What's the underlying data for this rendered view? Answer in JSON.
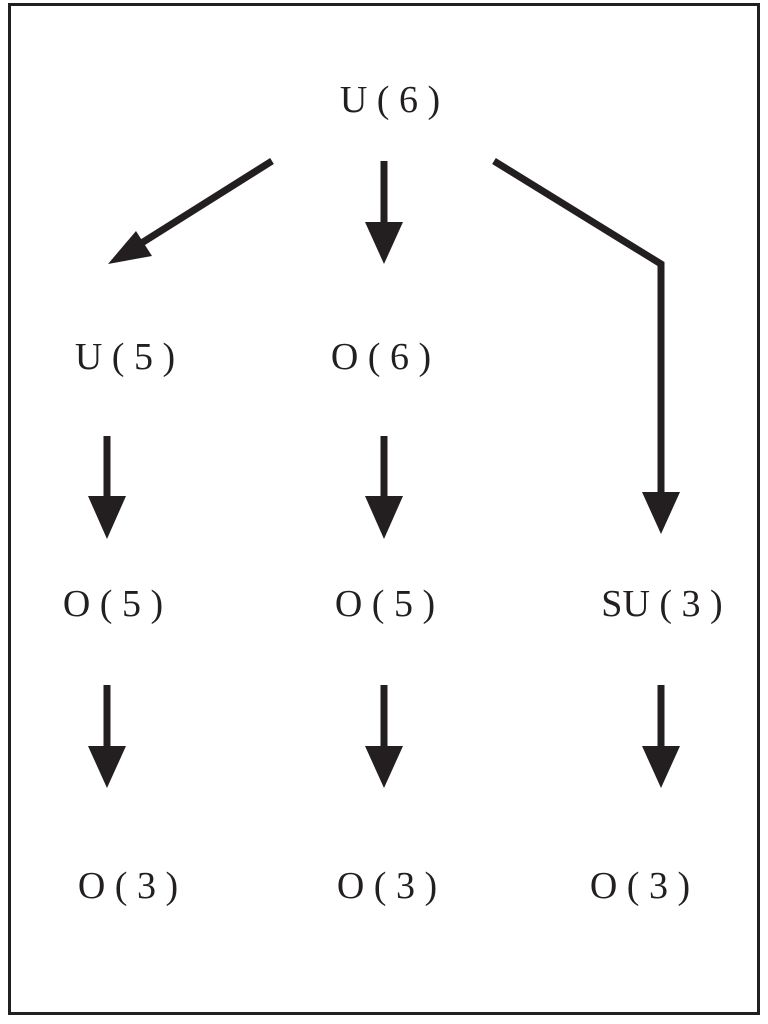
{
  "diagram": {
    "root": "U ( 6 )",
    "level1": [
      "U ( 5 )",
      "O ( 6 )"
    ],
    "level2": [
      "O ( 5 )",
      "O ( 5 )",
      "SU ( 3 )"
    ],
    "level3": [
      "O ( 3 )",
      "O ( 3 )",
      "O ( 3 )"
    ],
    "edges": [
      {
        "from": "U ( 6 )",
        "to": "U ( 5 )"
      },
      {
        "from": "U ( 6 )",
        "to": "O ( 6 )"
      },
      {
        "from": "U ( 6 )",
        "to": "SU ( 3 )"
      },
      {
        "from": "U ( 5 )",
        "to": "O ( 5 )"
      },
      {
        "from": "O ( 6 )",
        "to": "O ( 5 )"
      },
      {
        "from": "O ( 5 )",
        "to": "O ( 3 )"
      },
      {
        "from": "O ( 5 )",
        "to": "O ( 3 )"
      },
      {
        "from": "SU ( 3 )",
        "to": "O ( 3 )"
      }
    ],
    "colors": {
      "ink": "#231f20",
      "background": "#ffffff"
    }
  }
}
